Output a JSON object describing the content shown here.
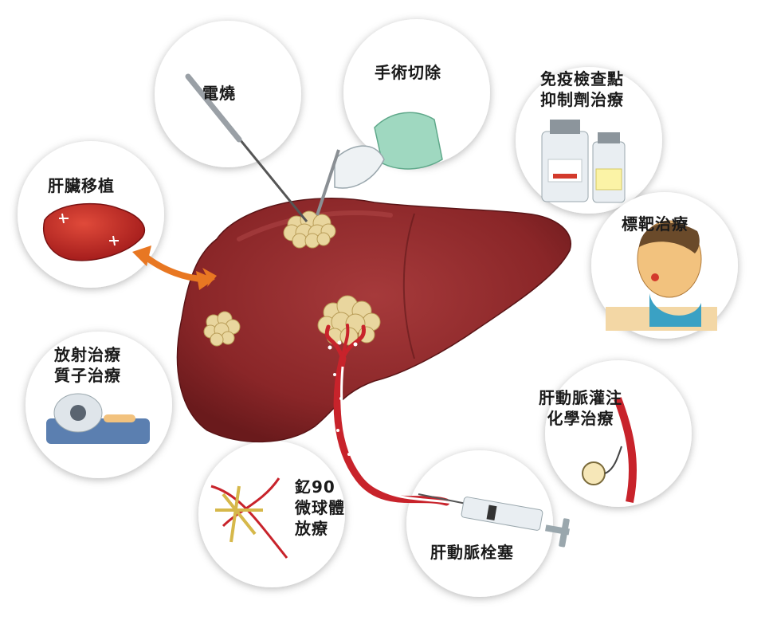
{
  "treatments": {
    "electrocautery": "電燒",
    "surgical_resection": "手術切除",
    "immunotherapy_line1": "免疫檢查點",
    "immunotherapy_line2": "抑制劑治療",
    "liver_transplant": "肝臟移植",
    "targeted_therapy": "標靶治療",
    "radiation_line1": "放射治療",
    "radiation_line2": "質子治療",
    "hai_chemo_line1": "肝動脈灌注",
    "hai_chemo_line2": "化學治療",
    "y90_line1": "釔90",
    "y90_line2": "微球體",
    "y90_line3": "放療",
    "tace": "肝動脈栓塞"
  },
  "colors": {
    "liver": "#8e2a2c",
    "liver_dark": "#6e1c1f",
    "tumor": "#e9d69e",
    "arrow": "#e87722",
    "artery": "#c8232b",
    "circle_bg": "#ffffff"
  }
}
